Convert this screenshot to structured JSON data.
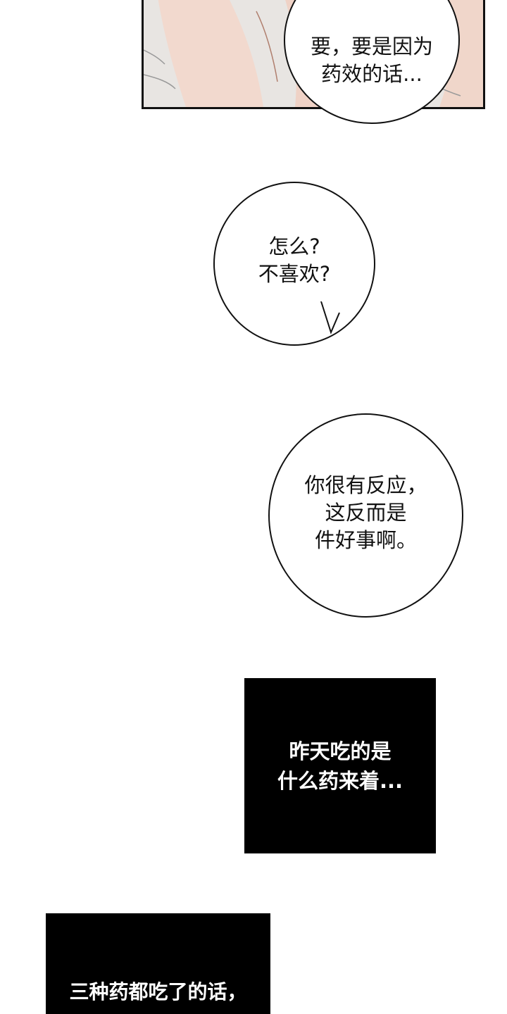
{
  "panel_top": {
    "bubble_text": "要，要是因为\n药效的话..."
  },
  "bubble_1": {
    "text": "怎么?\n不喜欢?"
  },
  "bubble_2": {
    "text": "你很有反应，\n这反而是\n件好事啊。"
  },
  "caption_1": {
    "text": "昨天吃的是\n什么药来着..."
  },
  "caption_2": {
    "text": "三种药都吃了的话，"
  },
  "colors": {
    "background": "#ffffff",
    "panel_background": "#e9e6e3",
    "skin": "#f1d8cd",
    "caption_background": "#000000",
    "caption_text": "#ffffff"
  }
}
